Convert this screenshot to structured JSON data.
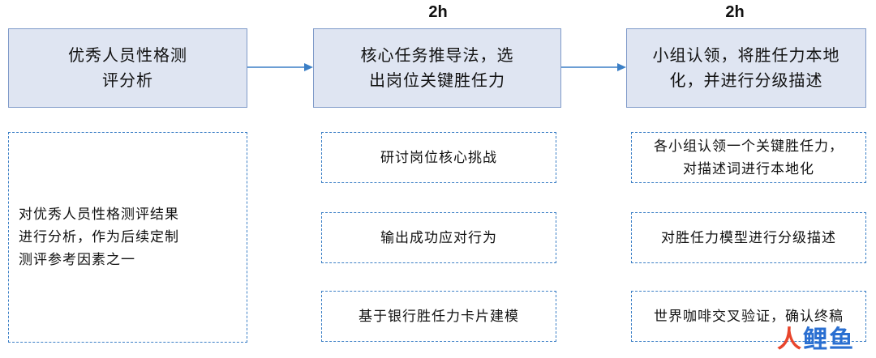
{
  "durations": [
    "2h",
    "2h"
  ],
  "columns": [
    {
      "title_lines": [
        "优秀人员性格测",
        "评分析"
      ],
      "items": [
        {
          "lines": [
            "对优秀人员性格测评结果",
            "进行分析，作为后续定制",
            "测评参考因素之一"
          ]
        }
      ]
    },
    {
      "title_lines": [
        "核心任务推导法，选",
        "出岗位关键胜任力"
      ],
      "items": [
        {
          "lines": [
            "研讨岗位核心挑战"
          ]
        },
        {
          "lines": [
            "输出成功应对行为"
          ]
        },
        {
          "lines": [
            "基于银行胜任力卡片建模"
          ]
        }
      ]
    },
    {
      "title_lines": [
        "小组认领，将胜任力本地",
        "化，并进行分级描述"
      ],
      "items": [
        {
          "lines": [
            "各小组认领一个关键胜任力，",
            "对描述词进行本地化"
          ]
        },
        {
          "lines": [
            "对胜任力模型进行分级描述"
          ]
        },
        {
          "lines": [
            "世界咖啡交叉验证，确认终稿"
          ]
        }
      ]
    }
  ],
  "watermark": {
    "part1": "人",
    "part2": "鲤鱼"
  },
  "colors": {
    "header_fill": "#dfe5f2",
    "header_border": "#7f9ac9",
    "dashed_border": "#3b7fc6",
    "arrow": "#3b7fc6"
  }
}
